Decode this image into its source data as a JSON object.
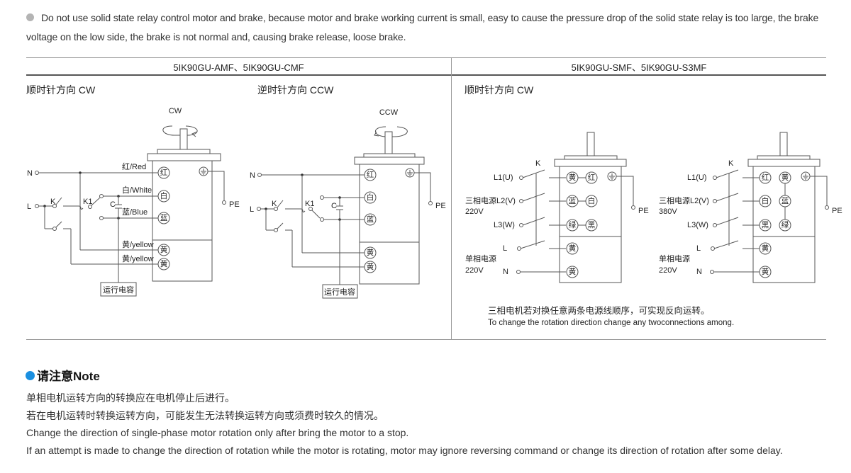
{
  "intro": {
    "bullet_icon": "grey-dot-icon",
    "text": "Do not use solid state relay control motor and brake, because motor and brake working current is small, easy to cause the pressure drop of the solid state relay is too large, the brake voltage on the low side, the brake is not normal and, causing brake release, loose brake."
  },
  "table": {
    "left_header": "5IK90GU-AMF、5IK90GU-CMF",
    "right_header": "5IK90GU-SMF、5IK90GU-S3MF",
    "left_cw_title": "顺时针方向 CW",
    "left_ccw_title": "逆时针方向 CCW",
    "right_cw_title": "顺时针方向 CW"
  },
  "diagram_single_phase": {
    "cw": {
      "rotation_label": "CW",
      "terminals": {
        "N": "N",
        "L": "L",
        "PE": "PE",
        "K": "K",
        "K1": "K1",
        "C": "C"
      },
      "wire_labels": [
        "红/Red",
        "白/White",
        "蓝/Blue",
        "黄/yellow",
        "黄/yellow"
      ],
      "terminal_glyphs": [
        "红",
        "白",
        "蓝",
        "黄",
        "黄"
      ],
      "capacitor_box": "运行电容"
    },
    "ccw": {
      "rotation_label": "CCW",
      "terminals": {
        "N": "N",
        "L": "L",
        "PE": "PE",
        "K": "K",
        "K1": "K1",
        "C": "C"
      },
      "terminal_glyphs": [
        "红",
        "白",
        "蓝",
        "黄",
        "黄"
      ],
      "capacitor_box": "运行电容"
    }
  },
  "diagram_three_phase": {
    "d220": {
      "K": "K",
      "inputs": [
        "L1(U)",
        "L2(V)",
        "L3(W)",
        "L",
        "N"
      ],
      "three_phase_label": "三相电源",
      "three_phase_voltage": "220V",
      "single_phase_label": "单相电源",
      "single_phase_voltage": "220V",
      "pe": "PE",
      "glyph_pairs": [
        [
          "黄",
          "红"
        ],
        [
          "蓝",
          "白"
        ],
        [
          "绿",
          "黑"
        ]
      ],
      "brake_glyphs": [
        "黄",
        "黄"
      ]
    },
    "d380": {
      "K": "K",
      "inputs": [
        "L1(U)",
        "L2(V)",
        "L3(W)",
        "L",
        "N"
      ],
      "three_phase_label": "三相电源",
      "three_phase_voltage": "380V",
      "single_phase_label": "单相电源",
      "single_phase_voltage": "220V",
      "pe": "PE",
      "glyph_pairs": [
        [
          "红",
          "黄"
        ],
        [
          "白",
          "蓝"
        ],
        [
          "黑",
          "绿"
        ]
      ],
      "brake_glyphs": [
        "黄",
        "黄"
      ]
    },
    "note_cn": "三相电机若对换任意两条电源线顺序，可实现反向运转。",
    "note_en": "To change the rotation direction change any twoconnections among."
  },
  "note": {
    "bullet_icon": "blue-dot-icon",
    "title": "请注意Note",
    "lines": [
      "单相电机运转方向的转换应在电机停止后进行。",
      "若在电机运转时转换运转方向，可能发生无法转换运转方向或须费时较久的情况。",
      "Change the direction of single-phase motor rotation only after bring the motor to a stop.",
      "If an attempt is made to change the direction of rotation while the motor is rotating, motor may ignore reversing command or change its direction of rotation after some delay."
    ]
  }
}
